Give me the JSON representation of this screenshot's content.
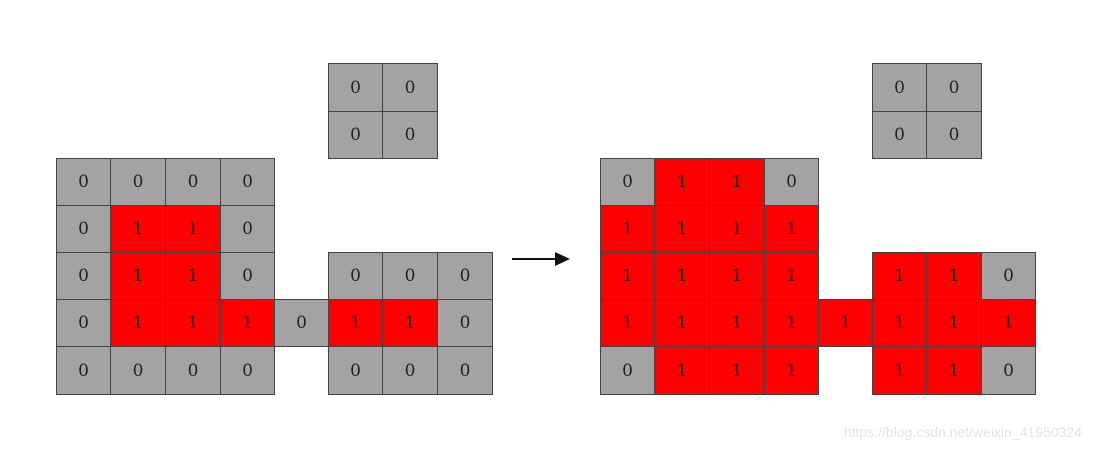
{
  "colors": {
    "zero": "#a3a3a3",
    "one": "#ff0000",
    "border": "#444444",
    "arrow": "#111111",
    "watermark": "#e3e3e3"
  },
  "diagrams": [
    {
      "name": "before",
      "cells": [
        [
          [
            null,
            null,
            null,
            null,
            null,
            "0",
            "0",
            null,
            null
          ],
          [
            null,
            null,
            null,
            null,
            null,
            "0",
            "0",
            null,
            null
          ],
          [
            "0",
            "0",
            "0",
            "0",
            null,
            null,
            null,
            null,
            null
          ],
          [
            "0",
            "1",
            "1",
            "0",
            null,
            null,
            null,
            null,
            null
          ],
          [
            "0",
            "1",
            "1",
            "0",
            null,
            "0",
            "0",
            "0",
            null
          ],
          [
            "0",
            "1",
            "1",
            "1",
            "0",
            "1",
            "1",
            "0",
            null
          ],
          [
            "0",
            "0",
            "0",
            "0",
            null,
            "0",
            "0",
            "0",
            null
          ]
        ]
      ]
    },
    {
      "name": "after",
      "cells": [
        [
          [
            null,
            null,
            null,
            null,
            null,
            "0",
            "0",
            null
          ],
          [
            null,
            null,
            null,
            null,
            null,
            "0",
            "0",
            null
          ],
          [
            "0",
            "1",
            "1",
            "0",
            null,
            null,
            null,
            null
          ],
          [
            "1",
            "1",
            "1",
            "1",
            null,
            null,
            null,
            null
          ],
          [
            "1",
            "1",
            "1",
            "1",
            null,
            "1",
            "1",
            "0"
          ],
          [
            "1",
            "1",
            "1",
            "1",
            "1",
            "1",
            "1",
            "1"
          ],
          [
            "0",
            "1",
            "1",
            "1",
            null,
            "1",
            "1",
            "0"
          ]
        ]
      ]
    }
  ],
  "arrow_icon": "right-arrow-icon",
  "watermark": "https://blog.csdn.net/weixin_41950324"
}
